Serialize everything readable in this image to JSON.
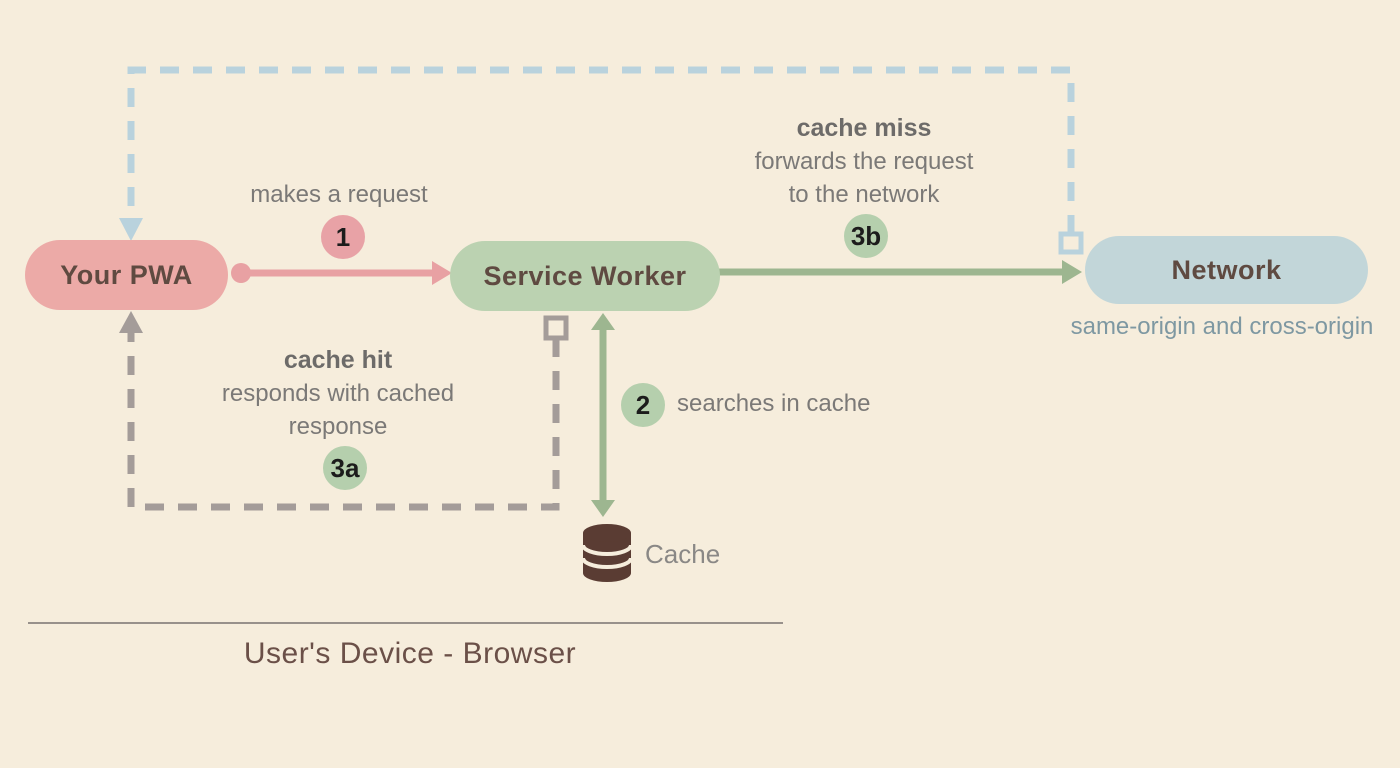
{
  "diagram": {
    "background": "#f6eddc",
    "nodes": {
      "your_pwa": {
        "label": "Your PWA",
        "color": "#ecaaa7"
      },
      "service_worker": {
        "label": "Service Worker",
        "color": "#bbd2b1"
      },
      "network": {
        "label": "Network",
        "color": "#c2d6d9",
        "subtitle": "same-origin and cross-origin"
      }
    },
    "steps": {
      "step1": {
        "badge": "1",
        "label": "makes a request"
      },
      "step2": {
        "badge": "2",
        "label": "searches in cache"
      },
      "step3a": {
        "badge": "3a",
        "title": "cache hit",
        "lines": [
          "responds with cached",
          "response"
        ]
      },
      "step3b": {
        "badge": "3b",
        "title": "cache miss",
        "lines": [
          "forwards the request",
          "to the network"
        ]
      }
    },
    "cache": {
      "label": "Cache"
    },
    "footer": {
      "label": "User's Device - Browser"
    },
    "colors": {
      "request_pink": "#e8a1a3",
      "forward_green": "#9db690",
      "badge_pink": "#e8a2a6",
      "badge_green": "#b5cfad",
      "response_blue_dash": "#b9d2dd",
      "cache_hit_gray_dash": "#a49c99",
      "label_gray": "#7b7977",
      "node_text_brown": "#5f4a41",
      "cache_icon_brown": "#5a3c33",
      "footer_brown": "#6b5048"
    }
  }
}
